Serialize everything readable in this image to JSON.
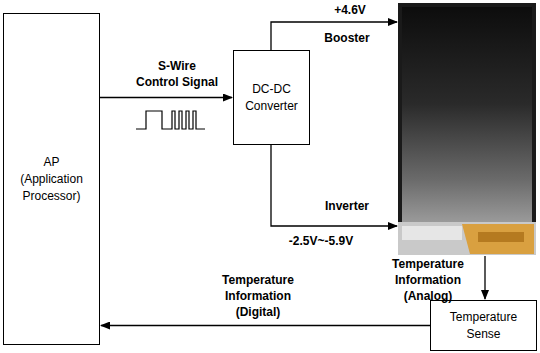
{
  "diagram": {
    "nodes": [
      {
        "text": [
          "AP (Application Processor)"
        ]
      },
      {
        "text": [
          "DC-DC Converter"
        ]
      },
      {
        "text": [
          "Temperature Sense"
        ]
      }
    ],
    "edges": [
      {
        "from": 0,
        "to": 1,
        "arrow": "to",
        "label": "S-Wire Control Signal"
      },
      {
        "from": 2,
        "to": 0,
        "arrow": "to",
        "label": "Temperature Information (Digital)"
      }
    ],
    "labels": [
      "+4.6V",
      "Booster",
      "Inverter",
      "-2.5V~-5.9V",
      "Temperature Information (Analog)"
    ]
  }
}
